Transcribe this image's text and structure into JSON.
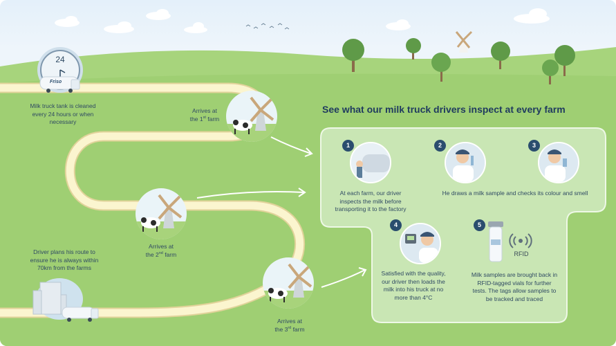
{
  "heading": "See what our milk truck drivers inspect at every farm",
  "clock_number": "24",
  "truck_brand": "Friso",
  "tank_caption": "Milk truck tank is cleaned every 24 hours or when necessary",
  "route_caption": "Driver plans his route to ensure he is always within 70km from the farms",
  "farms": [
    {
      "prefix": "Arrives at",
      "line2": "the 1",
      "suffix": "st",
      "tail": " farm"
    },
    {
      "prefix": "Arrives at",
      "line2": "the 2",
      "suffix": "nd",
      "tail": " farm"
    },
    {
      "prefix": "Arrives at",
      "line2": "the 3",
      "suffix": "rd",
      "tail": " farm"
    }
  ],
  "steps": [
    {
      "number": "1",
      "text": "At each farm, our driver inspects the milk before transporting it to the factory"
    },
    {
      "number": "2",
      "text": "He draws a milk sample and checks its colour and smell"
    },
    {
      "number": "3",
      "text": ""
    },
    {
      "number": "4",
      "text": "Satisfied with the quality, our driver then loads the milk into his truck at no more than 4°C"
    },
    {
      "number": "5",
      "text": "Milk samples are brought back in RFID-tagged vials for further tests. The tags allow samples to be tracked and traced"
    }
  ],
  "rfid_label": "RFID",
  "colors": {
    "grass": "#9fcf73",
    "road": "#fbf5cf",
    "panel": "#c9e6b4",
    "navy": "#2a4d6e"
  }
}
